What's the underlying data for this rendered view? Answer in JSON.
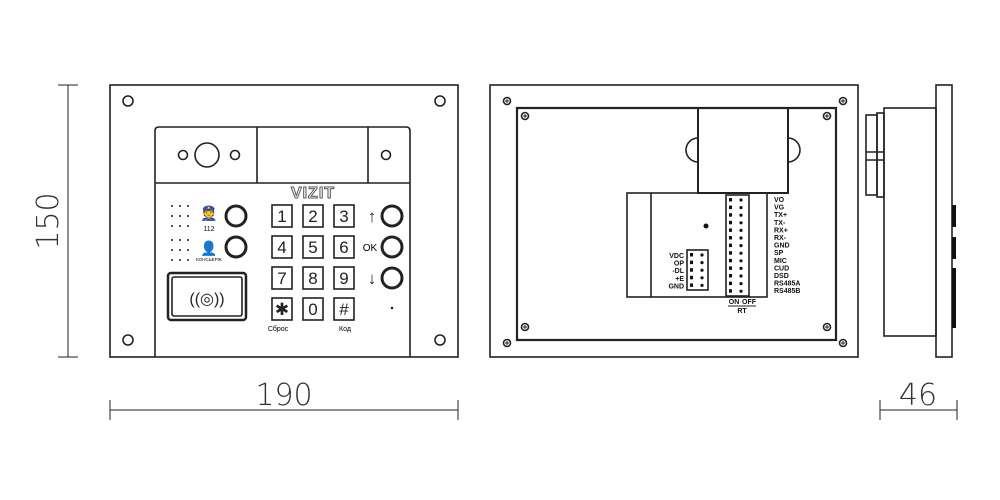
{
  "dimensions": {
    "height": "150",
    "width": "190",
    "depth": "46"
  },
  "front": {
    "logo": "VIZIT",
    "emergency_label": "112",
    "concierge_label": "КОНСЬЕРЖ",
    "keys": [
      "1",
      "2",
      "3",
      "4",
      "5",
      "6",
      "7",
      "8",
      "9",
      "✱",
      "0",
      "#"
    ],
    "reset_label": "Сброс",
    "code_label": "Код",
    "up": "↑",
    "ok": "OK",
    "down": "↓"
  },
  "back": {
    "right_terminals": [
      "VO",
      "VG",
      "TX+",
      "TX-",
      "RX+",
      "RX-",
      "GND",
      "SP",
      "MIC",
      "CUD",
      "DSD",
      "RS485A",
      "RS485B"
    ],
    "left_terminals": [
      "VDC",
      "OP",
      "-DL",
      "+E",
      "GND"
    ],
    "switch_on": "ON",
    "switch_off": "OFF",
    "switch_label": "RT"
  }
}
